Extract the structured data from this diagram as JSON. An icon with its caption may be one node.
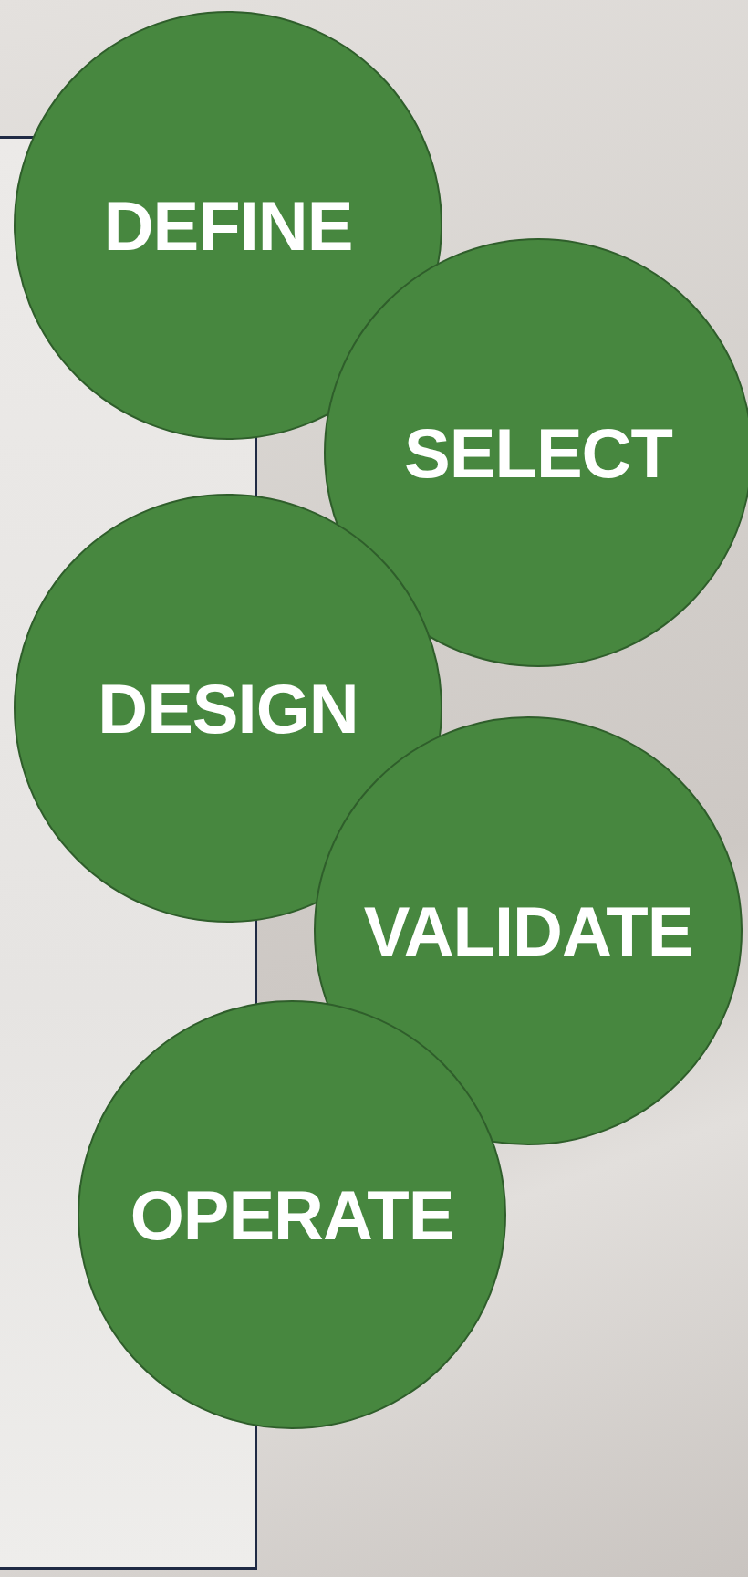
{
  "diagram": {
    "nodes": [
      {
        "text": [
          "DEFINE"
        ]
      },
      {
        "text": [
          "SELECT"
        ]
      },
      {
        "text": [
          "DESIGN"
        ]
      },
      {
        "text": [
          "VALIDATE"
        ]
      },
      {
        "text": [
          "OPERATE"
        ]
      }
    ]
  }
}
